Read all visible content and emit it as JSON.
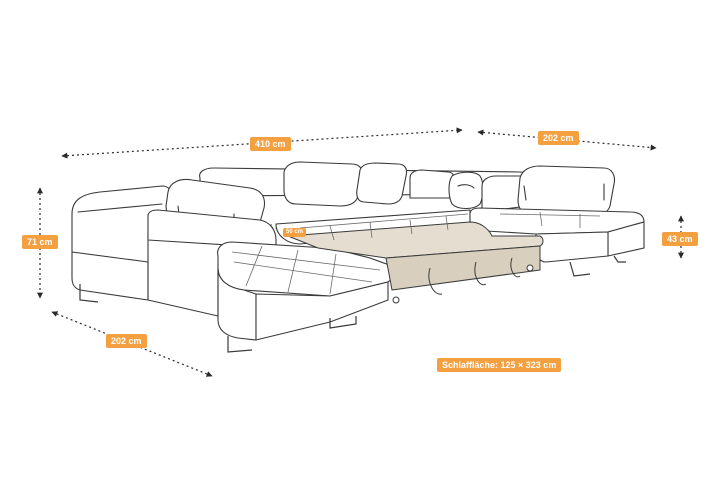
{
  "dimensions": {
    "top_width": "410 cm",
    "right_depth": "202 cm",
    "left_depth": "202 cm",
    "height": "71 cm",
    "seat_height": "43 cm",
    "seat_depth": "50 cm",
    "sleeping_area": "Schlaffläche: 125 × 323 cm"
  },
  "colors": {
    "accent": "#f5a040",
    "outline": "#3a3a3a",
    "sleeping_surface": "#e4ddd0",
    "dimension_line": "#2a2a2a"
  }
}
